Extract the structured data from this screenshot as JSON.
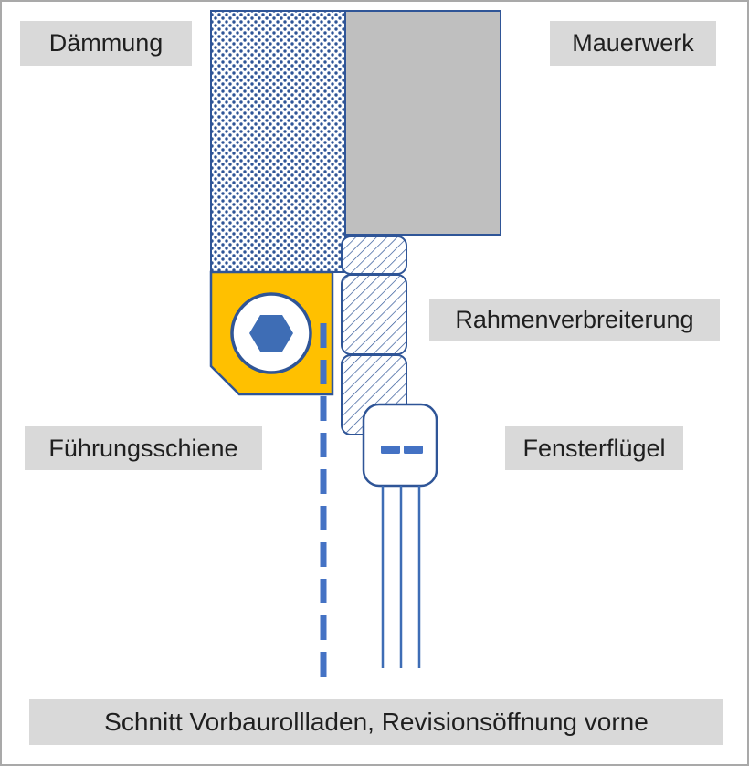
{
  "diagram": {
    "labels": {
      "daemmung": "Dämmung",
      "mauerwerk": "Mauerwerk",
      "rahmenverbreiterung": "Rahmenverbreiterung",
      "fuehrungsschiene": "Führungsschiene",
      "fensterfluegel": "Fensterflügel"
    },
    "caption": "Schnitt Vorbaurollladen, Revisionsöffnung vorne",
    "colors": {
      "outline_blue": "#2F5597",
      "accent_blue": "#4472C4",
      "shutter_box_yellow": "#FFC000",
      "masonry_gray": "#BFBFBF",
      "label_background": "#D9D9D9",
      "text": "#1F1F1F"
    }
  }
}
